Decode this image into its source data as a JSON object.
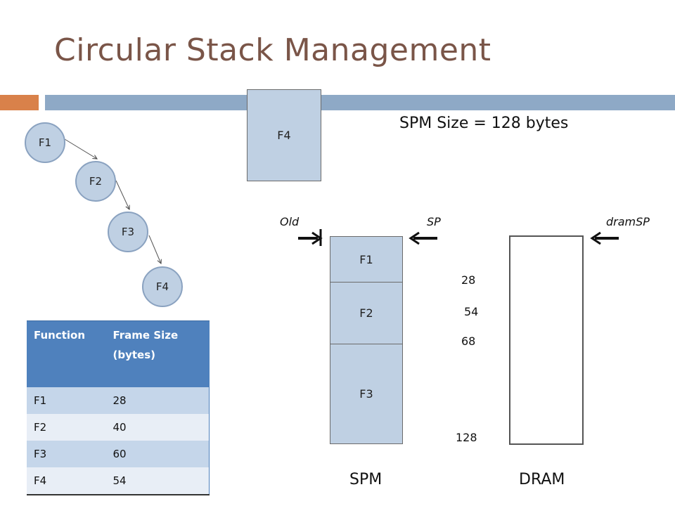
{
  "title": "Circular Stack Management",
  "spm_size_text": "SPM Size = 128 bytes",
  "incoming_frame": "F4",
  "call_chain": [
    "F1",
    "F2",
    "F3",
    "F4"
  ],
  "pointers": {
    "old": "Old",
    "sp": "SP",
    "dramsp": "dramSP"
  },
  "spm_frames": [
    "F1",
    "F2",
    "F3"
  ],
  "offsets": [
    "28",
    "54",
    "68",
    "128"
  ],
  "labels": {
    "spm": "SPM",
    "dram": "DRAM"
  },
  "table": {
    "headers": [
      "Function",
      "Frame Size (bytes)"
    ],
    "rows": [
      [
        "F1",
        "28"
      ],
      [
        "F2",
        "40"
      ],
      [
        "F3",
        "60"
      ],
      [
        "F4",
        "54"
      ]
    ]
  },
  "colors": {
    "title": "#7a5548",
    "accent_orange": "#d9814a",
    "accent_blue": "#8ea9c6",
    "frame_fill": "#bfd0e3",
    "table_header": "#4f81bd"
  }
}
